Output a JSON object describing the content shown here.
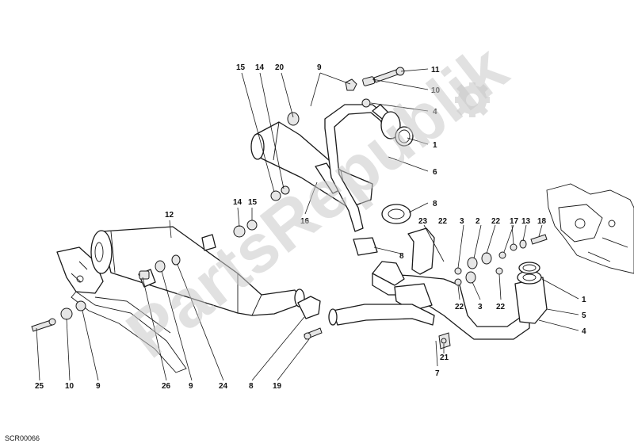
{
  "diagram_code": "SCR00066",
  "watermark": {
    "text": "PartsRepublik",
    "icon": "gear-icon"
  },
  "callouts": {
    "c_15a": "15",
    "c_14a": "14",
    "c_20": "20",
    "c_9a": "9",
    "c_11": "11",
    "c_10a": "10",
    "c_4a": "4",
    "c_1a": "1",
    "c_6": "6",
    "c_8a": "8",
    "c_16": "16",
    "c_12": "12",
    "c_14b": "14",
    "c_15b": "15",
    "c_23": "23",
    "c_22a": "22",
    "c_3a": "3",
    "c_2": "2",
    "c_22b": "22",
    "c_17": "17",
    "c_13": "13",
    "c_18": "18",
    "c_8b": "8",
    "c_22c": "22",
    "c_3b": "3",
    "c_22d": "22",
    "c_1b": "1",
    "c_5": "5",
    "c_4b": "4",
    "c_21": "21",
    "c_7": "7",
    "c_25": "25",
    "c_10b": "10",
    "c_9b": "9",
    "c_26": "26",
    "c_9c": "9",
    "c_24": "24",
    "c_8c": "8",
    "c_19": "19"
  }
}
